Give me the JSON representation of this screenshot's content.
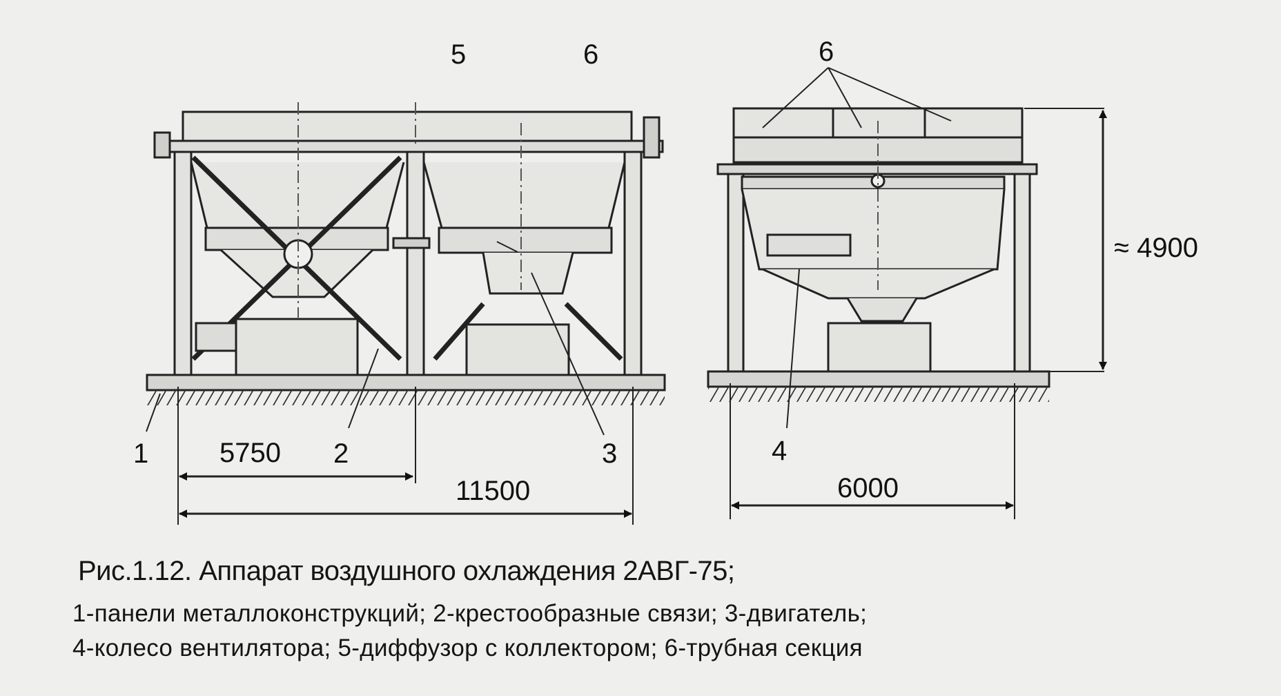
{
  "figure": {
    "left_view": {
      "callouts": [
        "1",
        "2",
        "3",
        "5",
        "6"
      ],
      "dimensions": [
        "5750",
        "11500"
      ]
    },
    "right_view": {
      "callouts": [
        "6",
        "4"
      ],
      "dimensions": [
        "6000",
        "≈ 4900"
      ]
    }
  },
  "caption": {
    "title": "Рис.1.12.  Аппарат воздушного охлаждения 2АВГ-75;",
    "legend_line_1": "1-панели металлоконструкций; 2-крестообразные связи; 3-двигатель;",
    "legend_line_2": "4-колесо вентилятора; 5-диффузор с коллектором; 6-трубная секция"
  }
}
